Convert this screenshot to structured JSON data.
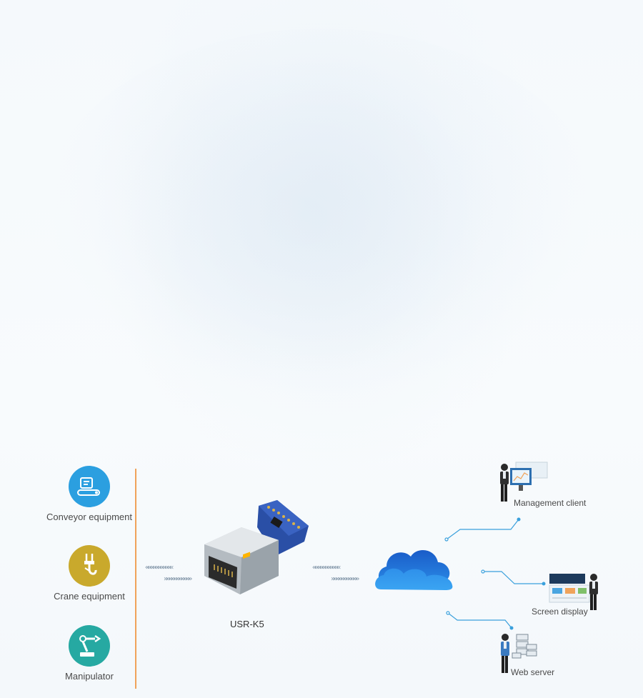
{
  "devices": [
    {
      "label": "Conveyor equipment",
      "icon": "conveyor-icon",
      "color": "#2b9fe0"
    },
    {
      "label": "Crane equipment",
      "icon": "crane-hook-icon",
      "color": "#c9a92c"
    },
    {
      "label": "Manipulator",
      "icon": "robot-arm-icon",
      "color": "#26a9a2"
    }
  ],
  "module": {
    "label": "USR-K5"
  },
  "arrows": {
    "left": "«««««««««««",
    "right": "»»»»»»»»»»»"
  },
  "cloud": {
    "icon": "cloud-icon",
    "color": "#1e6fd0"
  },
  "clients": [
    {
      "label": "Management client",
      "icon": "management-client-icon"
    },
    {
      "label": "Screen display",
      "icon": "screen-display-icon"
    },
    {
      "label": "Web server",
      "icon": "web-server-icon"
    }
  ],
  "colors": {
    "divider": "#f0a35a",
    "connector": "#3aa0dc"
  }
}
